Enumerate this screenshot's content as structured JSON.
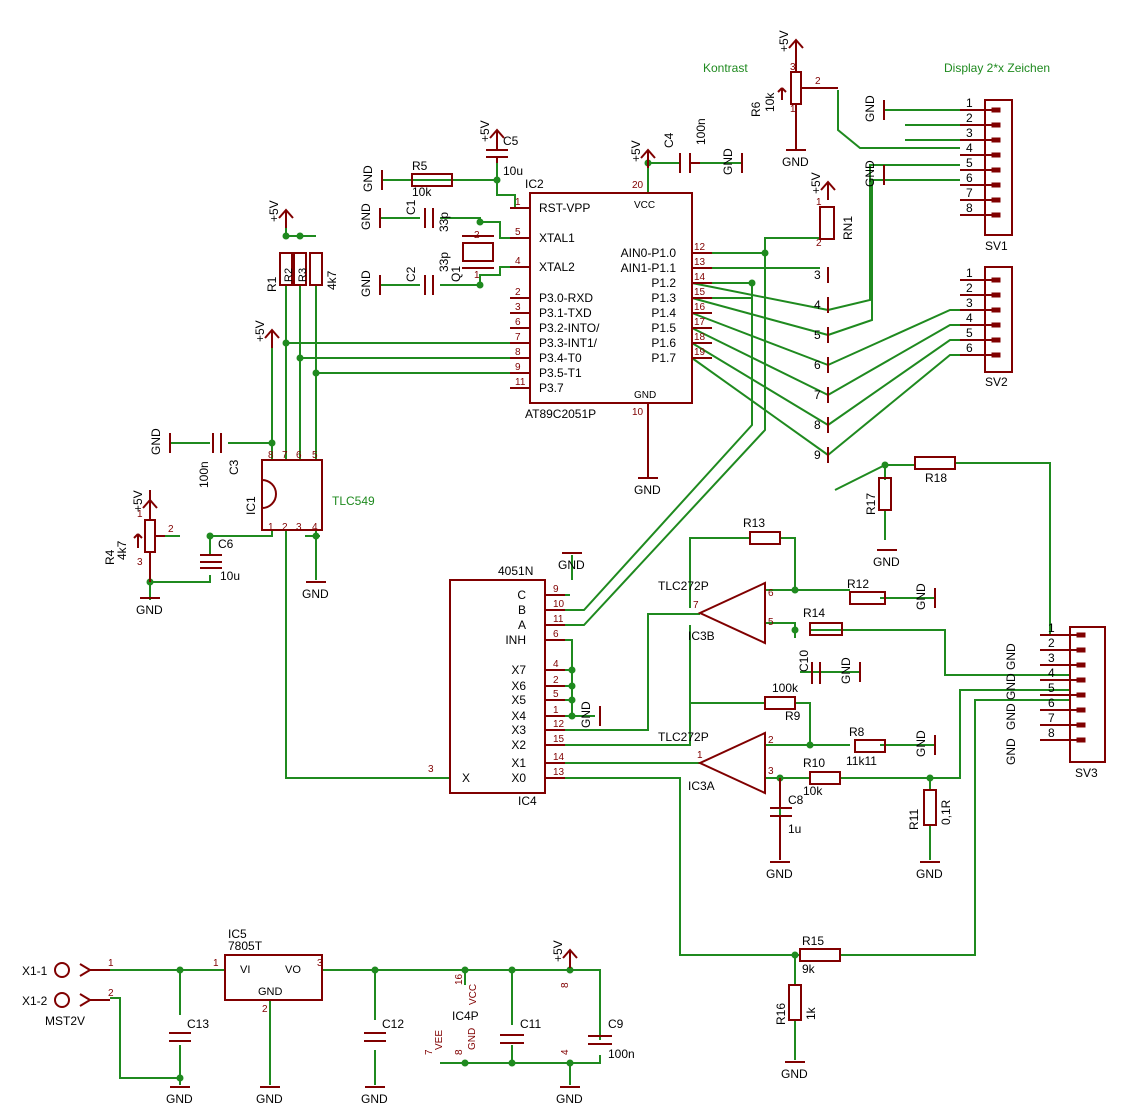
{
  "ic2": {
    "name": "IC2",
    "part": "AT89C2051P",
    "left_pins": [
      {
        "num": "1",
        "label": "RST-VPP"
      },
      {
        "num": "5",
        "label": "XTAL1"
      },
      {
        "num": "4",
        "label": "XTAL2"
      },
      {
        "num": "2",
        "label": "P3.0-RXD"
      },
      {
        "num": "3",
        "label": "P3.1-TXD"
      },
      {
        "num": "6",
        "label": "P3.2-INTO/"
      },
      {
        "num": "7",
        "label": "P3.3-INT1/"
      },
      {
        "num": "8",
        "label": "P3.4-T0"
      },
      {
        "num": "9",
        "label": "P3.5-T1"
      },
      {
        "num": "11",
        "label": "P3.7"
      }
    ],
    "right_pins": [
      {
        "num": "12",
        "label": "AIN0-P1.0"
      },
      {
        "num": "13",
        "label": "AIN1-P1.1"
      },
      {
        "num": "14",
        "label": "P1.2"
      },
      {
        "num": "15",
        "label": "P1.3"
      },
      {
        "num": "16",
        "label": "P1.4"
      },
      {
        "num": "17",
        "label": "P1.5"
      },
      {
        "num": "18",
        "label": "P1.6"
      },
      {
        "num": "19",
        "label": "P1.7"
      }
    ],
    "vcc": "VCC",
    "gnd": "GND",
    "vcc_pin": "20",
    "gnd_pin": "10"
  },
  "ic4": {
    "name": "IC4",
    "part": "4051N",
    "right_pins": [
      {
        "num": "9",
        "label": "C"
      },
      {
        "num": "10",
        "label": "B"
      },
      {
        "num": "11",
        "label": "A"
      },
      {
        "num": "6",
        "label": "INH"
      },
      {
        "num": "4",
        "label": "X7"
      },
      {
        "num": "2",
        "label": "X6"
      },
      {
        "num": "5",
        "label": "X5"
      },
      {
        "num": "1",
        "label": "X4"
      },
      {
        "num": "12",
        "label": "X3"
      },
      {
        "num": "15",
        "label": "X2"
      },
      {
        "num": "14",
        "label": "X1"
      },
      {
        "num": "13",
        "label": "X0"
      }
    ],
    "left_pin": {
      "num": "3",
      "label": "X"
    }
  },
  "ic1": {
    "name": "IC1",
    "part": "TLC549",
    "pins_top": [
      "8",
      "7",
      "6",
      "5"
    ],
    "pins_bottom": [
      "1",
      "2",
      "3",
      "4"
    ]
  },
  "ic3a": {
    "name": "IC3A",
    "part": "TLC272P",
    "pins": [
      "2",
      "3",
      "1"
    ]
  },
  "ic3b": {
    "name": "IC3B",
    "part": "TLC272P",
    "pins": [
      "6",
      "5",
      "7"
    ]
  },
  "ic5": {
    "name": "IC5",
    "part": "7805T",
    "vi": "VI",
    "vo": "VO",
    "gnd": "GND",
    "pins": [
      "1",
      "3",
      "2"
    ]
  },
  "ic4p": {
    "name": "IC4P",
    "vcc": "VCC",
    "vee": "VEE",
    "gnd": "GND",
    "pins": [
      "16",
      "7",
      "8"
    ]
  },
  "components": {
    "r5": "R5",
    "r5v": "10k",
    "c5": "C5",
    "c5v": "10u",
    "c1": "C1",
    "c1v": "33p",
    "c2": "C2",
    "c2v": "33p",
    "q1": "Q1",
    "c4": "C4",
    "c4v": "100n",
    "r6": "R6",
    "r6v": "10k",
    "rn1": "RN1",
    "r1": "R1",
    "r2": "R2",
    "r3": "R3",
    "r3v": "4k7",
    "c3": "C3",
    "c3v": "100n",
    "r4": "R4",
    "r4v": "4k7",
    "c6": "C6",
    "c6v": "10u",
    "r13": "R13",
    "r12": "R12",
    "r14": "R14",
    "c10": "C10",
    "r9": "R9",
    "r9v": "100k",
    "r8": "R8",
    "r8v": "11k11",
    "r10": "R10",
    "r10v": "10k",
    "c8": "C8",
    "c8v": "1u",
    "r11": "R11",
    "r11v": "0,1R",
    "r17": "R17",
    "r18": "R18",
    "r15": "R15",
    "r15v": "9k",
    "r16": "R16",
    "r16v": "1k",
    "c13": "C13",
    "c12": "C12",
    "c11": "C11",
    "c9": "C9",
    "c9v": "100n"
  },
  "labels": {
    "vcc": "+5V",
    "gnd": "GND",
    "kontrast": "Kontrast",
    "display": "Display 2*x Zeichen",
    "x1_1": "X1-1",
    "x1_2": "X1-2",
    "mst2v": "MST2V",
    "sv1": "SV1",
    "sv2": "SV2",
    "sv3": "SV3",
    "sv1_pins": [
      "1",
      "2",
      "3",
      "4",
      "5",
      "6",
      "7",
      "8"
    ],
    "sv2_pins": [
      "1",
      "2",
      "3",
      "4",
      "5",
      "6"
    ],
    "sv3_pins": [
      "1",
      "2",
      "3",
      "4",
      "5",
      "6",
      "7",
      "8"
    ],
    "sv3_gnd": [
      "GND",
      "GND",
      "GND",
      "GND"
    ],
    "rn1_pins": [
      "1",
      "2",
      "3",
      "4",
      "5",
      "6",
      "7",
      "8",
      "9"
    ],
    "rn_top": "1",
    "rn_bot": "2",
    "q_pins": [
      "2",
      "1"
    ],
    "r6_pins": [
      "3",
      "2",
      "1"
    ],
    "r4_pins": [
      "1",
      "2",
      "3"
    ],
    "x1_pins": [
      "1",
      "2"
    ]
  },
  "colors": {
    "wire": "#1f8a1f",
    "symbol": "#800000",
    "text": "#000000"
  }
}
